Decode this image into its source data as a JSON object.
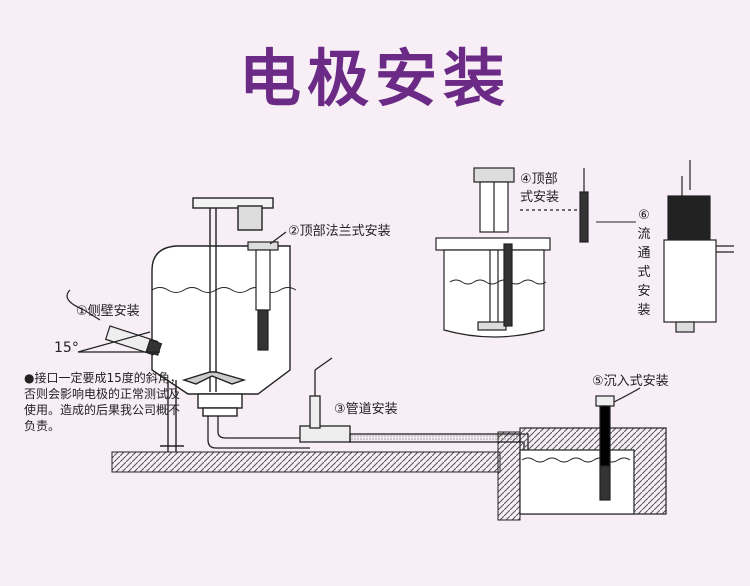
{
  "title": "电极安装",
  "labels": {
    "side_wall": "①侧壁安装",
    "top_flange": "②顶部法兰式安装",
    "pipeline": "③管道安装",
    "top_line1": "④顶部",
    "top_line2": "式安装",
    "flow_through": "⑥流通式安装",
    "immersion": "⑤沉入式安装",
    "angle": "15°"
  },
  "note": "●接口一定要成15度的斜角，否则会影响电极的正常测试及使用。造成的后果我公司概不负责。",
  "colors": {
    "title": "#6b2a86",
    "background": "#f8eef5",
    "line": "#222222"
  }
}
